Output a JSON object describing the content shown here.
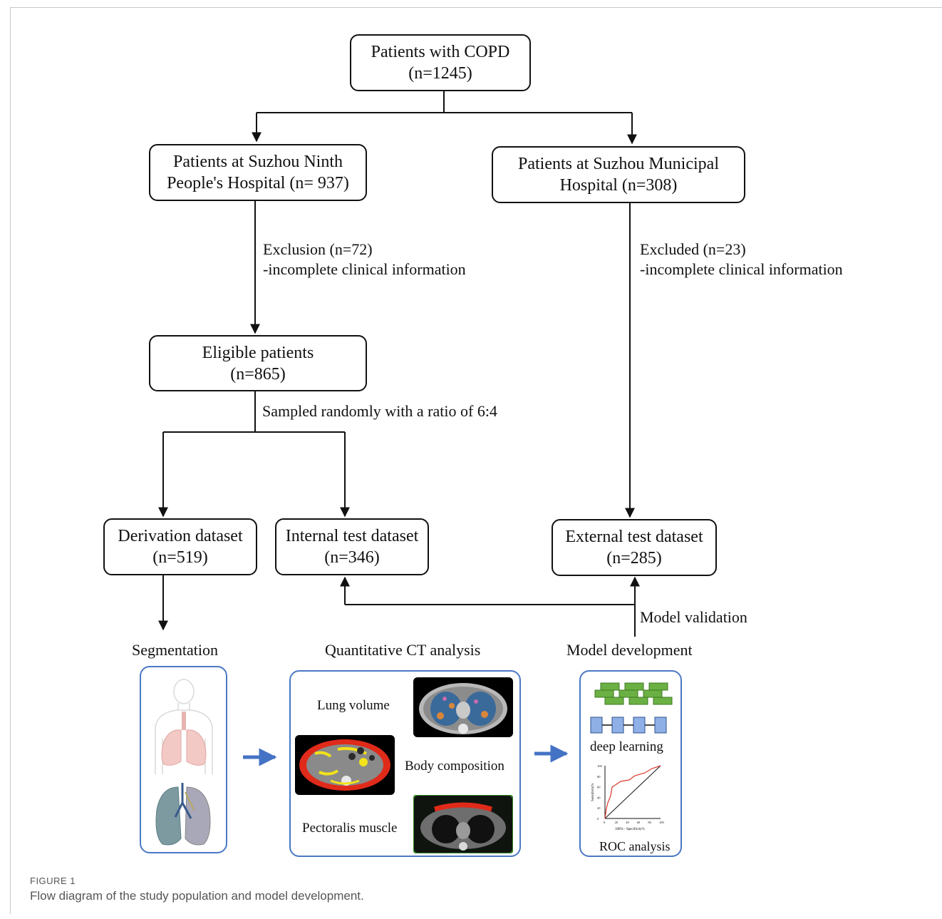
{
  "boxes": {
    "copd": {
      "line1": "Patients with COPD",
      "line2": "(n=1245)"
    },
    "suzhou_ninth": {
      "line1": "Patients at Suzhou Ninth",
      "line2": "People's Hospital (n= 937)"
    },
    "suzhou_municipal": {
      "line1": "Patients at Suzhou Municipal",
      "line2": "Hospital (n=308)"
    },
    "eligible": {
      "line1": "Eligible patients",
      "line2": "(n=865)"
    },
    "derivation": {
      "line1": "Derivation dataset",
      "line2": "(n=519)"
    },
    "internal": {
      "line1": "Internal test dataset",
      "line2": "(n=346)"
    },
    "external": {
      "line1": "External test dataset",
      "line2": "(n=285)"
    }
  },
  "edge_labels": {
    "exclusion_left_1": "Exclusion (n=72)",
    "exclusion_left_2": "-incomplete clinical information",
    "exclusion_right_1": "Excluded (n=23)",
    "exclusion_right_2": "-incomplete clinical information",
    "sampling": "Sampled randomly with a ratio of 6:4",
    "validation": "Model validation"
  },
  "sections": {
    "segmentation": "Segmentation",
    "quantitative": "Quantitative CT analysis",
    "model_dev": "Model development"
  },
  "qct_items": {
    "lung_volume": "Lung volume",
    "body_composition": "Body composition",
    "pectoralis": "Pectoralis muscle"
  },
  "model_items": {
    "deep_learning": "deep learning",
    "roc": "ROC analysis",
    "roc_ylabel": "Sensitivity%",
    "roc_xlabel": "100% - Specificity%",
    "roc_ticks": [
      "0",
      "20",
      "40",
      "60",
      "80",
      "100"
    ]
  },
  "figure": {
    "label": "FIGURE 1",
    "caption": "Flow diagram of the study population and model development."
  },
  "colors": {
    "line": "#111111",
    "panel_border": "#4a78c4",
    "arrow_blue": "#4472c4",
    "roc_curve": "#d93a2b"
  }
}
